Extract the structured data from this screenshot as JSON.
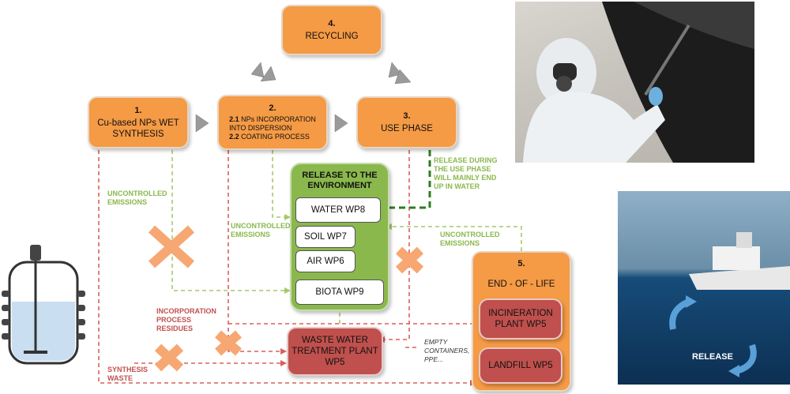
{
  "steps": {
    "recycling": {
      "num": "4.",
      "label": "RECYCLING"
    },
    "synthesis": {
      "num": "1.",
      "label_line1": "Cu-based NPs WET",
      "label_line2": "SYNTHESIS"
    },
    "incorporation": {
      "num": "2.",
      "line1_bold": "2.1",
      "line1": " NPs INCORPORATION",
      "line2": "INTO DISPERSION",
      "line3_bold": "2.2",
      "line3": " COATING PROCESS"
    },
    "use_phase": {
      "num": "3.",
      "label": "USE PHASE"
    },
    "end_of_life": {
      "num": "5.",
      "label": "END - OF - LIFE"
    }
  },
  "environment": {
    "title_line1": "RELEASE TO THE",
    "title_line2": "ENVIRONMENT",
    "items": [
      "WATER WP8",
      "SOIL WP7",
      "AIR WP6",
      "BIOTA WP9"
    ]
  },
  "waste_water": {
    "line1": "WASTE WATER",
    "line2": "TREATMENT PLANT",
    "line3": "WP5"
  },
  "incineration": {
    "line1": "INCINERATION",
    "line2": "PLANT WP5"
  },
  "landfill": {
    "label": "LANDFILL WP5"
  },
  "labels": {
    "uncontrolled1_a": "UNCONTROLLED",
    "uncontrolled1_b": "EMISSIONS",
    "uncontrolled2_a": "UNCONTROLLED",
    "uncontrolled2_b": "EMISSIONS",
    "uncontrolled3_a": "UNCONTROLLED",
    "uncontrolled3_b": "EMISSIONS",
    "release_use_1": "RELEASE   DURING",
    "release_use_2": "THE   USE   PHASE",
    "release_use_3": "WILL  MAINLY  END",
    "release_use_4": "UP IN WATER",
    "residues_1": "INCORPORATION",
    "residues_2": "PROCESS",
    "residues_3": "RESIDUES",
    "synthesis_waste_1": "SYNTHESIS",
    "synthesis_waste_2": "WASTE",
    "empty_1": "EMPTY",
    "empty_2": "CONTAINERS,",
    "empty_3": "PPE...",
    "release_photo": "RELEASE"
  },
  "colors": {
    "orange": "#f59a45",
    "red": "#c0504d",
    "green": "#8ab84c",
    "dark_green": "#2e7d1f"
  }
}
